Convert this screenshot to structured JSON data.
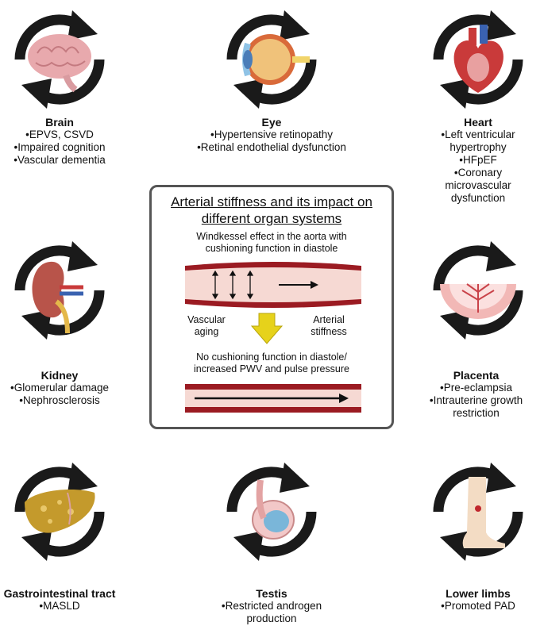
{
  "organs": {
    "brain": {
      "title": "Brain",
      "lines": [
        "•EPVS, CSVD",
        "•Impaired cognition",
        "•Vascular dementia"
      ]
    },
    "eye": {
      "title": "Eye",
      "lines": [
        "•Hypertensive retinopathy",
        "•Retinal endothelial dysfunction"
      ]
    },
    "heart": {
      "title": "Heart",
      "lines": [
        "•Left ventricular",
        "hypertrophy",
        "•HFpEF",
        "•Coronary",
        "microvascular",
        "dysfunction"
      ]
    },
    "kidney": {
      "title": "Kidney",
      "lines": [
        "•Glomerular damage",
        "•Nephrosclerosis"
      ]
    },
    "placenta": {
      "title": "Placenta",
      "lines": [
        "•Pre-eclampsia",
        "•Intrauterine growth",
        "restriction"
      ]
    },
    "gi": {
      "title": "Gastrointestinal tract",
      "lines": [
        "•MASLD"
      ]
    },
    "testis": {
      "title": "Testis",
      "lines": [
        "•Restricted androgen",
        "production"
      ]
    },
    "limbs": {
      "title": "Lower limbs",
      "lines": [
        "•Promoted PAD"
      ]
    }
  },
  "center": {
    "title_line1": "Arterial stiffness and its impact on",
    "title_line2": "different organ systems",
    "windkessel_line1": "Windkessel effect in the aorta with",
    "windkessel_line2": "cushioning function in diastole",
    "left_label_line1": "Vascular",
    "left_label_line2": "aging",
    "right_label_line1": "Arterial",
    "right_label_line2": "stiffness",
    "bottom_line1": "No cushioning function in diastole/",
    "bottom_line2": "increased PWV and pulse pressure"
  },
  "colors": {
    "cycle": "#1a1a1a",
    "vessel": "#9b1b22",
    "vessel_lumen": "#f6d9d3",
    "down_arrow": "#e6d21b",
    "box_border": "#555555"
  }
}
